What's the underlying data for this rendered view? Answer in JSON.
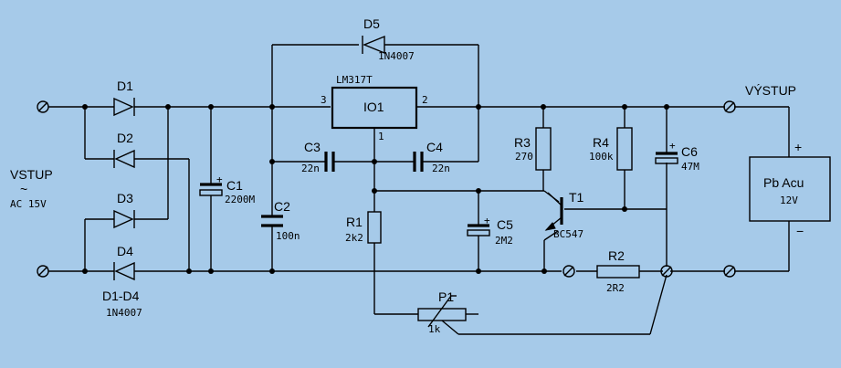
{
  "input": {
    "label": "VSTUP",
    "wave": "~",
    "spec": "AC 15V"
  },
  "output": {
    "label": "VÝSTUP"
  },
  "rectifier": {
    "diodes": [
      {
        "ref": "D1"
      },
      {
        "ref": "D2"
      },
      {
        "ref": "D3"
      },
      {
        "ref": "D4"
      }
    ],
    "range_label": "D1-D4",
    "part": "1N4007"
  },
  "d5": {
    "ref": "D5",
    "part": "1N4007"
  },
  "regulator": {
    "part": "LM317T",
    "ref": "IO1",
    "pin_in": "3",
    "pin_out": "2",
    "pin_adj": "1"
  },
  "c1": {
    "ref": "C1",
    "value": "2200M",
    "polarity": "+"
  },
  "c2": {
    "ref": "C2",
    "value": "100n"
  },
  "c3": {
    "ref": "C3",
    "value": "22n"
  },
  "c4": {
    "ref": "C4",
    "value": "22n"
  },
  "c5": {
    "ref": "C5",
    "value": "2M2",
    "polarity": "+"
  },
  "c6": {
    "ref": "C6",
    "value": "47M",
    "polarity": "+"
  },
  "r1": {
    "ref": "R1",
    "value": "2k2"
  },
  "r2": {
    "ref": "R2",
    "value": "2R2"
  },
  "r3": {
    "ref": "R3",
    "value": "270"
  },
  "r4": {
    "ref": "R4",
    "value": "100k"
  },
  "p1": {
    "ref": "P1",
    "value": "1k"
  },
  "t1": {
    "ref": "T1",
    "part": "BC547"
  },
  "battery": {
    "line1": "Pb Acu",
    "line2": "12V",
    "plus": "+",
    "minus": "−"
  },
  "colors": {
    "background": "#a6cae9",
    "ink": "#000000"
  }
}
